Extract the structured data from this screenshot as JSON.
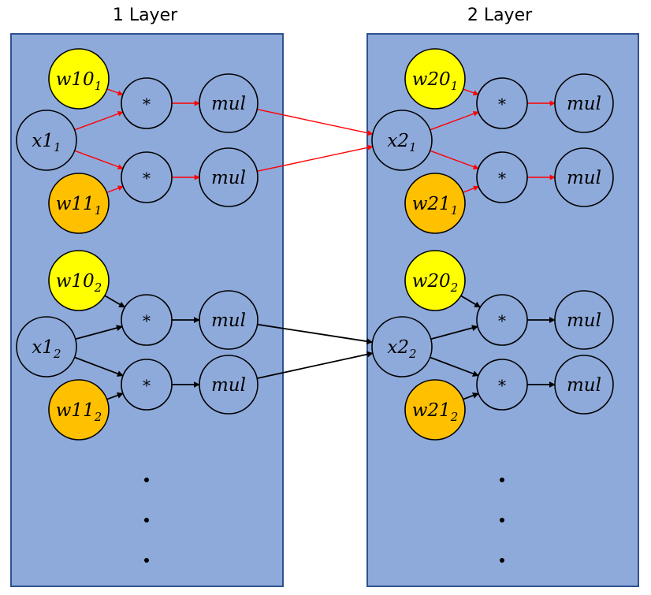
{
  "colors": {
    "panel_fill": "#8eaadb",
    "panel_stroke": "#2f528f",
    "node_blue": "#8eaadb",
    "node_yellow": "#ffff00",
    "node_orange": "#ffc000",
    "edge_red": "#ff0000",
    "edge_black": "#000000"
  },
  "layers": [
    {
      "id": "layer1",
      "title": "1 Layer",
      "groups": [
        {
          "edge_color": "red",
          "nodes": {
            "w_top": {
              "label": "w10",
              "sub": "1"
            },
            "x_in": {
              "label": "x1",
              "sub": "1"
            },
            "w_bottom": {
              "label": "w11",
              "sub": "1"
            },
            "mult_top": {
              "label": "*"
            },
            "mult_bottom": {
              "label": "*"
            },
            "mul_top": {
              "label": "mul"
            },
            "mul_bottom": {
              "label": "mul"
            }
          }
        },
        {
          "edge_color": "black",
          "nodes": {
            "w_top": {
              "label": "w10",
              "sub": "2"
            },
            "x_in": {
              "label": "x1",
              "sub": "2"
            },
            "w_bottom": {
              "label": "w11",
              "sub": "2"
            },
            "mult_top": {
              "label": "*"
            },
            "mult_bottom": {
              "label": "*"
            },
            "mul_top": {
              "label": "mul"
            },
            "mul_bottom": {
              "label": "mul"
            }
          }
        }
      ]
    },
    {
      "id": "layer2",
      "title": "2 Layer",
      "groups": [
        {
          "edge_color": "red",
          "nodes": {
            "w_top": {
              "label": "w20",
              "sub": "1"
            },
            "x_in": {
              "label": "x2",
              "sub": "1"
            },
            "w_bottom": {
              "label": "w21",
              "sub": "1"
            },
            "mult_top": {
              "label": "*"
            },
            "mult_bottom": {
              "label": "*"
            },
            "mul_top": {
              "label": "mul"
            },
            "mul_bottom": {
              "label": "mul"
            }
          }
        },
        {
          "edge_color": "black",
          "nodes": {
            "w_top": {
              "label": "w20",
              "sub": "2"
            },
            "x_in": {
              "label": "x2",
              "sub": "2"
            },
            "w_bottom": {
              "label": "w21",
              "sub": "2"
            },
            "mult_top": {
              "label": "*"
            },
            "mult_bottom": {
              "label": "*"
            },
            "mul_top": {
              "label": "mul"
            },
            "mul_bottom": {
              "label": "mul"
            }
          }
        }
      ]
    }
  ],
  "continuation": "vertical-ellipsis"
}
